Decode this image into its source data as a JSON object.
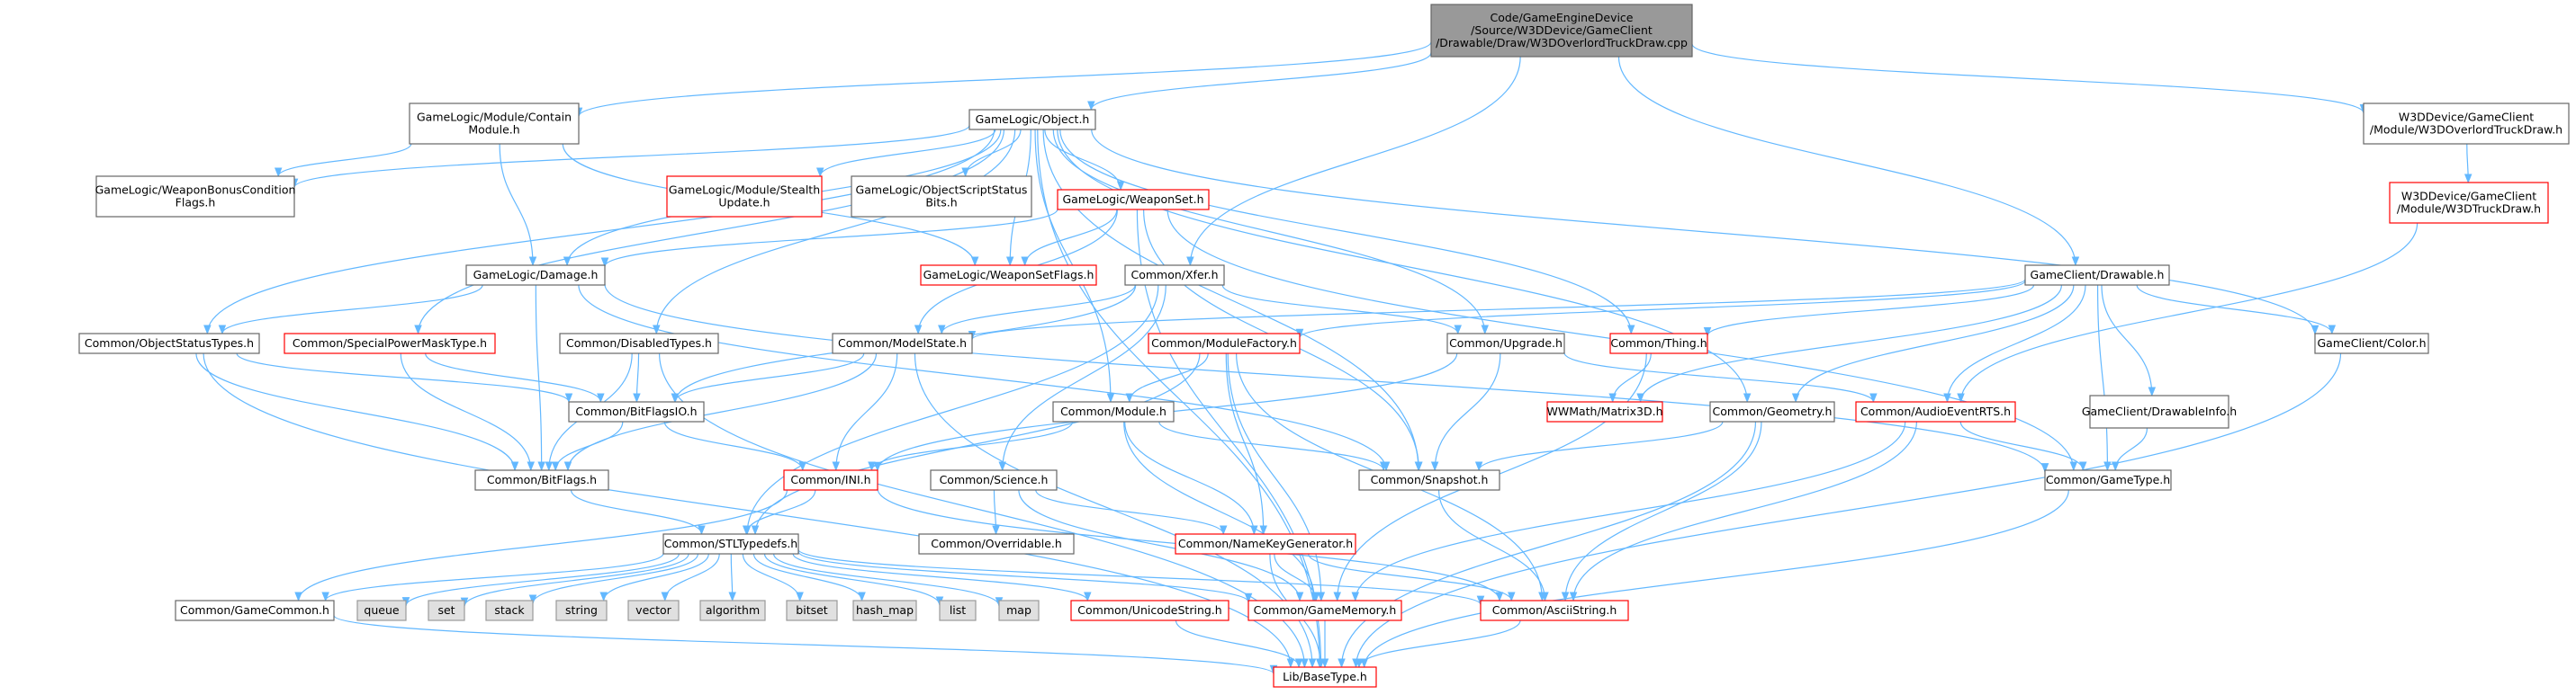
{
  "colors": {
    "edge": "#63b8ff",
    "root_fill": "#999999",
    "root_border": "#666666",
    "normal_border": "#666666",
    "incomplete_border": "#ff0000",
    "external_fill": "#e0e0e0",
    "external_border": "#999999"
  },
  "nodes": [
    {
      "id": "root",
      "kind": "root",
      "lines": [
        "Code/GameEngineDevice",
        "/Source/W3DDevice/GameClient",
        "/Drawable/Draw/W3DOverlordTruckDraw.cpp"
      ]
    },
    {
      "id": "contain",
      "kind": "normal",
      "lines": [
        "GameLogic/Module/Contain",
        "Module.h"
      ]
    },
    {
      "id": "object",
      "kind": "normal",
      "lines": [
        "GameLogic/Object.h"
      ]
    },
    {
      "id": "w3ddraw",
      "kind": "normal",
      "lines": [
        "W3DDevice/GameClient",
        "/Module/W3DOverlordTruckDraw.h"
      ]
    },
    {
      "id": "wbonus",
      "kind": "normal",
      "lines": [
        "GameLogic/WeaponBonusCondition",
        "Flags.h"
      ]
    },
    {
      "id": "stealth",
      "kind": "incomplete",
      "lines": [
        "GameLogic/Module/Stealth",
        "Update.h"
      ]
    },
    {
      "id": "objscript",
      "kind": "normal",
      "lines": [
        "GameLogic/ObjectScriptStatus",
        "Bits.h"
      ]
    },
    {
      "id": "weaponset",
      "kind": "incomplete",
      "lines": [
        "GameLogic/WeaponSet.h"
      ]
    },
    {
      "id": "w3dtruck",
      "kind": "incomplete",
      "lines": [
        "W3DDevice/GameClient",
        "/Module/W3DTruckDraw.h"
      ]
    },
    {
      "id": "damage",
      "kind": "normal",
      "lines": [
        "GameLogic/Damage.h"
      ]
    },
    {
      "id": "wsflags",
      "kind": "incomplete",
      "lines": [
        "GameLogic/WeaponSetFlags.h"
      ]
    },
    {
      "id": "xfer",
      "kind": "normal",
      "lines": [
        "Common/Xfer.h"
      ]
    },
    {
      "id": "drawable",
      "kind": "normal",
      "lines": [
        "GameClient/Drawable.h"
      ]
    },
    {
      "id": "objstatus",
      "kind": "normal",
      "lines": [
        "Common/ObjectStatusTypes.h"
      ]
    },
    {
      "id": "specpower",
      "kind": "incomplete",
      "lines": [
        "Common/SpecialPowerMaskType.h"
      ]
    },
    {
      "id": "disabled",
      "kind": "normal",
      "lines": [
        "Common/DisabledTypes.h"
      ]
    },
    {
      "id": "modelstate",
      "kind": "normal",
      "lines": [
        "Common/ModelState.h"
      ]
    },
    {
      "id": "modfactory",
      "kind": "incomplete",
      "lines": [
        "Common/ModuleFactory.h"
      ]
    },
    {
      "id": "upgrade",
      "kind": "normal",
      "lines": [
        "Common/Upgrade.h"
      ]
    },
    {
      "id": "thing",
      "kind": "incomplete",
      "lines": [
        "Common/Thing.h"
      ]
    },
    {
      "id": "color",
      "kind": "normal",
      "lines": [
        "GameClient/Color.h"
      ]
    },
    {
      "id": "bitflagsio",
      "kind": "normal",
      "lines": [
        "Common/BitFlagsIO.h"
      ]
    },
    {
      "id": "module",
      "kind": "normal",
      "lines": [
        "Common/Module.h"
      ]
    },
    {
      "id": "matrix3d",
      "kind": "incomplete",
      "lines": [
        "WWMath/Matrix3D.h"
      ]
    },
    {
      "id": "geometry",
      "kind": "normal",
      "lines": [
        "Common/Geometry.h"
      ]
    },
    {
      "id": "audio",
      "kind": "incomplete",
      "lines": [
        "Common/AudioEventRTS.h"
      ]
    },
    {
      "id": "drawinfo",
      "kind": "normal",
      "lines": [
        "GameClient/DrawableInfo.h"
      ]
    },
    {
      "id": "bitflags",
      "kind": "normal",
      "lines": [
        "Common/BitFlags.h"
      ]
    },
    {
      "id": "ini",
      "kind": "incomplete",
      "lines": [
        "Common/INI.h"
      ]
    },
    {
      "id": "science",
      "kind": "normal",
      "lines": [
        "Common/Science.h"
      ]
    },
    {
      "id": "snapshot",
      "kind": "normal",
      "lines": [
        "Common/Snapshot.h"
      ]
    },
    {
      "id": "gametype",
      "kind": "normal",
      "lines": [
        "Common/GameType.h"
      ]
    },
    {
      "id": "overridable",
      "kind": "normal",
      "lines": [
        "Common/Overridable.h"
      ]
    },
    {
      "id": "stl",
      "kind": "normal",
      "lines": [
        "Common/STLTypedefs.h"
      ]
    },
    {
      "id": "namekey",
      "kind": "incomplete",
      "lines": [
        "Common/NameKeyGenerator.h"
      ]
    },
    {
      "id": "gamecommon",
      "kind": "normal",
      "lines": [
        "Common/GameCommon.h"
      ]
    },
    {
      "id": "queue",
      "kind": "external",
      "lines": [
        "queue"
      ]
    },
    {
      "id": "set",
      "kind": "external",
      "lines": [
        "set"
      ]
    },
    {
      "id": "stack",
      "kind": "external",
      "lines": [
        "stack"
      ]
    },
    {
      "id": "string",
      "kind": "external",
      "lines": [
        "string"
      ]
    },
    {
      "id": "vector",
      "kind": "external",
      "lines": [
        "vector"
      ]
    },
    {
      "id": "algorithm",
      "kind": "external",
      "lines": [
        "algorithm"
      ]
    },
    {
      "id": "bitset",
      "kind": "external",
      "lines": [
        "bitset"
      ]
    },
    {
      "id": "hashmap",
      "kind": "external",
      "lines": [
        "hash_map"
      ]
    },
    {
      "id": "list",
      "kind": "external",
      "lines": [
        "list"
      ]
    },
    {
      "id": "map",
      "kind": "external",
      "lines": [
        "map"
      ]
    },
    {
      "id": "unicode",
      "kind": "incomplete",
      "lines": [
        "Common/UnicodeString.h"
      ]
    },
    {
      "id": "gamemem",
      "kind": "incomplete",
      "lines": [
        "Common/GameMemory.h"
      ]
    },
    {
      "id": "ascii",
      "kind": "incomplete",
      "lines": [
        "Common/AsciiString.h"
      ]
    },
    {
      "id": "basetype",
      "kind": "incomplete",
      "lines": [
        "Lib/BaseType.h"
      ]
    }
  ],
  "edges": [
    [
      "root",
      "contain"
    ],
    [
      "root",
      "object"
    ],
    [
      "root",
      "w3ddraw"
    ],
    [
      "root",
      "xfer"
    ],
    [
      "root",
      "drawable"
    ],
    [
      "contain",
      "wbonus"
    ],
    [
      "contain",
      "damage"
    ],
    [
      "contain",
      "wsflags"
    ],
    [
      "object",
      "wbonus"
    ],
    [
      "object",
      "stealth"
    ],
    [
      "object",
      "objscript"
    ],
    [
      "object",
      "weaponset"
    ],
    [
      "object",
      "damage"
    ],
    [
      "object",
      "wsflags"
    ],
    [
      "object",
      "objstatus"
    ],
    [
      "object",
      "specpower"
    ],
    [
      "object",
      "disabled"
    ],
    [
      "object",
      "module"
    ],
    [
      "object",
      "upgrade"
    ],
    [
      "object",
      "thing"
    ],
    [
      "object",
      "geometry"
    ],
    [
      "object",
      "snapshot"
    ],
    [
      "object",
      "color"
    ],
    [
      "object",
      "basetype"
    ],
    [
      "w3ddraw",
      "w3dtruck"
    ],
    [
      "w3dtruck",
      "audio"
    ],
    [
      "weaponset",
      "damage"
    ],
    [
      "weaponset",
      "wsflags"
    ],
    [
      "weaponset",
      "modelstate"
    ],
    [
      "weaponset",
      "snapshot"
    ],
    [
      "weaponset",
      "gametype"
    ],
    [
      "weaponset",
      "basetype"
    ],
    [
      "damage",
      "objstatus"
    ],
    [
      "damage",
      "bitflags"
    ],
    [
      "damage",
      "snapshot"
    ],
    [
      "damage",
      "gametype"
    ],
    [
      "xfer",
      "science"
    ],
    [
      "xfer",
      "upgrade"
    ],
    [
      "xfer",
      "modelstate"
    ],
    [
      "xfer",
      "stl"
    ],
    [
      "xfer",
      "bitflagsio"
    ],
    [
      "drawable",
      "modelstate"
    ],
    [
      "drawable",
      "modfactory"
    ],
    [
      "drawable",
      "thing"
    ],
    [
      "drawable",
      "matrix3d"
    ],
    [
      "drawable",
      "geometry"
    ],
    [
      "drawable",
      "audio"
    ],
    [
      "drawable",
      "drawinfo"
    ],
    [
      "drawable",
      "gametype"
    ],
    [
      "drawable",
      "color"
    ],
    [
      "objstatus",
      "bitflags"
    ],
    [
      "objstatus",
      "bitflagsio"
    ],
    [
      "objstatus",
      "basetype"
    ],
    [
      "specpower",
      "bitflags"
    ],
    [
      "specpower",
      "bitflagsio"
    ],
    [
      "disabled",
      "bitflags"
    ],
    [
      "disabled",
      "bitflagsio"
    ],
    [
      "disabled",
      "basetype"
    ],
    [
      "modelstate",
      "bitflags"
    ],
    [
      "modelstate",
      "bitflagsio"
    ],
    [
      "modelstate",
      "ini"
    ],
    [
      "modelstate",
      "basetype"
    ],
    [
      "modfactory",
      "module"
    ],
    [
      "modfactory",
      "namekey"
    ],
    [
      "modfactory",
      "stl"
    ],
    [
      "modfactory",
      "gamemem"
    ],
    [
      "modfactory",
      "ascii"
    ],
    [
      "upgrade",
      "snapshot"
    ],
    [
      "upgrade",
      "ini"
    ],
    [
      "upgrade",
      "audio"
    ],
    [
      "thing",
      "matrix3d"
    ],
    [
      "thing",
      "gamemem"
    ],
    [
      "color",
      "basetype"
    ],
    [
      "bitflagsio",
      "ini"
    ],
    [
      "bitflagsio",
      "bitflags"
    ],
    [
      "module",
      "ini"
    ],
    [
      "module",
      "namekey"
    ],
    [
      "module",
      "snapshot"
    ],
    [
      "module",
      "gamemem"
    ],
    [
      "geometry",
      "snapshot"
    ],
    [
      "geometry",
      "ascii"
    ],
    [
      "geometry",
      "basetype"
    ],
    [
      "audio",
      "gametype"
    ],
    [
      "audio",
      "ascii"
    ],
    [
      "audio",
      "gamemem"
    ],
    [
      "drawinfo",
      "gametype"
    ],
    [
      "bitflags",
      "stl"
    ],
    [
      "ini",
      "stl"
    ],
    [
      "ini",
      "gamecommon"
    ],
    [
      "ini",
      "ascii"
    ],
    [
      "science",
      "overridable"
    ],
    [
      "science",
      "namekey"
    ],
    [
      "science",
      "gamemem"
    ],
    [
      "snapshot",
      "ascii"
    ],
    [
      "gametype",
      "basetype"
    ],
    [
      "stl",
      "gamecommon"
    ],
    [
      "stl",
      "queue"
    ],
    [
      "stl",
      "set"
    ],
    [
      "stl",
      "stack"
    ],
    [
      "stl",
      "string"
    ],
    [
      "stl",
      "vector"
    ],
    [
      "stl",
      "algorithm"
    ],
    [
      "stl",
      "bitset"
    ],
    [
      "stl",
      "hashmap"
    ],
    [
      "stl",
      "list"
    ],
    [
      "stl",
      "map"
    ],
    [
      "stl",
      "unicode"
    ],
    [
      "stl",
      "gamemem"
    ],
    [
      "stl",
      "ascii"
    ],
    [
      "namekey",
      "gamemem"
    ],
    [
      "namekey",
      "ascii"
    ],
    [
      "namekey",
      "basetype"
    ],
    [
      "gamecommon",
      "basetype"
    ],
    [
      "unicode",
      "basetype"
    ],
    [
      "gamemem",
      "basetype"
    ],
    [
      "ascii",
      "basetype"
    ]
  ]
}
